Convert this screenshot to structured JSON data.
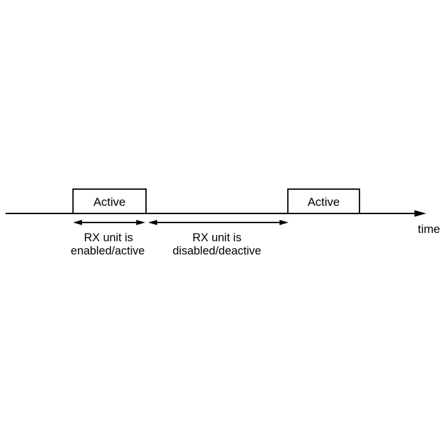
{
  "colors": {
    "background": "#ffffff",
    "ink": "#000000"
  },
  "timeline": {
    "axis_label": "time"
  },
  "boxes": [
    {
      "label": "Active"
    },
    {
      "label": "Active"
    }
  ],
  "intervals": [
    {
      "label_line1": "RX unit is",
      "label_line2": "enabled/active"
    },
    {
      "label_line1": "RX unit is",
      "label_line2": "disabled/deactive"
    }
  ]
}
